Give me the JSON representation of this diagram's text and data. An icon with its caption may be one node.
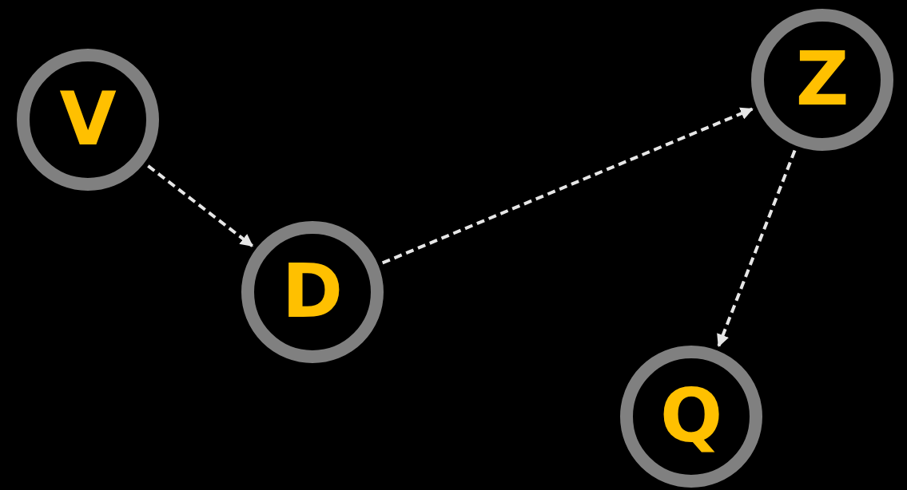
{
  "diagram": {
    "nodes": [
      {
        "text": [
          "V"
        ]
      },
      {
        "text": [
          "D"
        ]
      },
      {
        "text": [
          "Z"
        ]
      },
      {
        "text": [
          "Q"
        ]
      }
    ],
    "edges": [
      {
        "from": 0,
        "to": 1,
        "arrow": "to",
        "style": "dashed"
      },
      {
        "from": 1,
        "to": 2,
        "arrow": "to",
        "style": "dashed"
      },
      {
        "from": 2,
        "to": 3,
        "arrow": "to",
        "style": "dashed"
      }
    ]
  }
}
